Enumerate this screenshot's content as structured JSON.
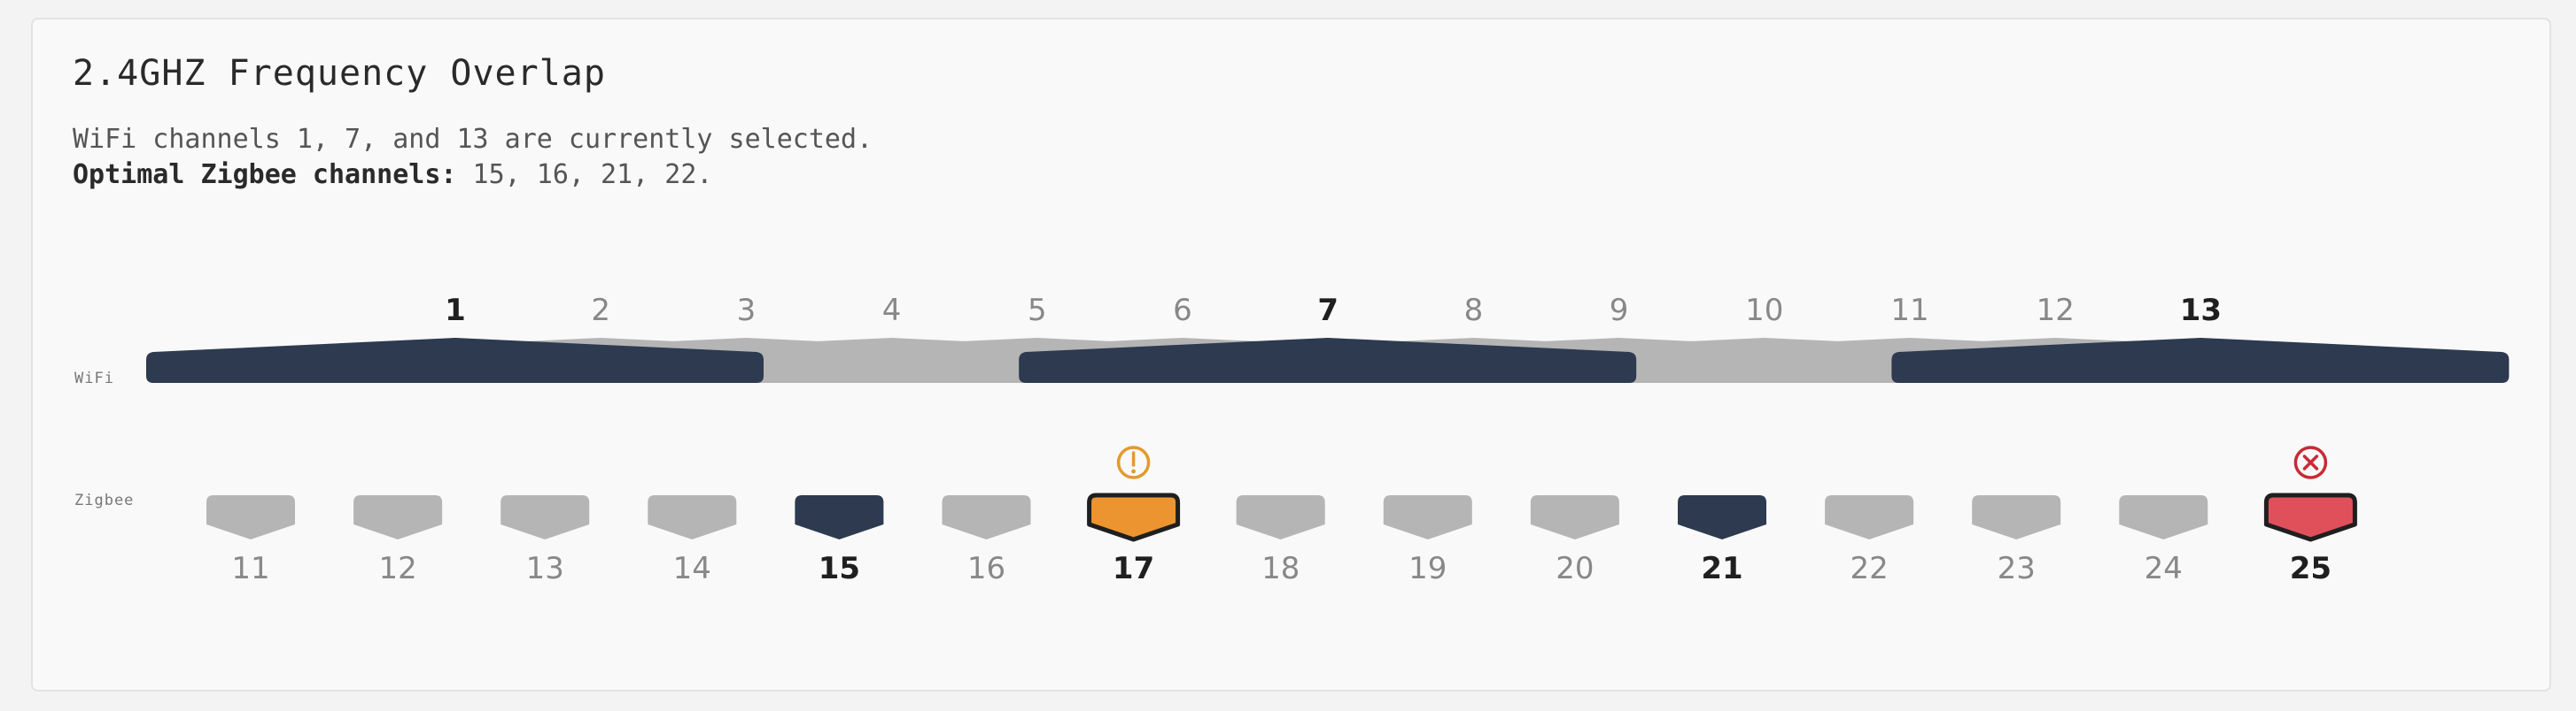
{
  "card": {
    "title": "2.4GHZ Frequency Overlap",
    "wifi_selected_text": "WiFi channels 1, 7, and 13 are currently selected.",
    "optimal_label": "Optimal Zigbee channels:",
    "optimal_values": " 15, 16, 21, 22."
  },
  "wifi": {
    "row_label": "WiFi",
    "channels": [
      "1",
      "2",
      "3",
      "4",
      "5",
      "6",
      "7",
      "8",
      "9",
      "10",
      "11",
      "12",
      "13"
    ],
    "selected": [
      "1",
      "7",
      "13"
    ]
  },
  "zigbee": {
    "row_label": "Zigbee",
    "channels": [
      {
        "label": "11",
        "state": "none"
      },
      {
        "label": "12",
        "state": "none"
      },
      {
        "label": "13",
        "state": "none"
      },
      {
        "label": "14",
        "state": "none"
      },
      {
        "label": "15",
        "state": "selected"
      },
      {
        "label": "16",
        "state": "none"
      },
      {
        "label": "17",
        "state": "warning"
      },
      {
        "label": "18",
        "state": "none"
      },
      {
        "label": "19",
        "state": "none"
      },
      {
        "label": "20",
        "state": "none"
      },
      {
        "label": "21",
        "state": "selected"
      },
      {
        "label": "22",
        "state": "none"
      },
      {
        "label": "23",
        "state": "none"
      },
      {
        "label": "24",
        "state": "none"
      },
      {
        "label": "25",
        "state": "error"
      }
    ]
  },
  "colors": {
    "selected": "#2d3a50",
    "inactive": "#b5b5b5",
    "warning": "#ec9530",
    "error": "#e0505a",
    "outline": "#1f1f1f",
    "warning_icon": "#e29a30",
    "error_icon": "#c92a36"
  },
  "icons": {
    "warning": "warning-circle-icon",
    "error": "error-x-circle-icon"
  }
}
